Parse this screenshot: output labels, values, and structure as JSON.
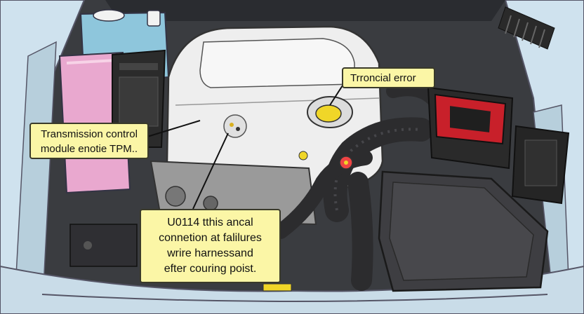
{
  "callouts": {
    "top_right": {
      "text": "Trroncial error"
    },
    "left": {
      "lines": [
        "Transmission control",
        "module enotie TPM.."
      ]
    },
    "bottom": {
      "lines": [
        "U0114 tthis ancal",
        "connetion at falilures",
        "wrire harnessand",
        "efter couring poist."
      ]
    }
  },
  "colors": {
    "body_paint": "#cfe2ee",
    "engine_cover": "#eeeeee",
    "hoses": "#2c2c2e",
    "fuse_box": "#c8202a",
    "coolant_reservoir": "#8ec6dc",
    "washer_reservoir": "#e9a8cf",
    "callout_fill": "#fbf6a6",
    "oil_cap": "#f0d628"
  }
}
